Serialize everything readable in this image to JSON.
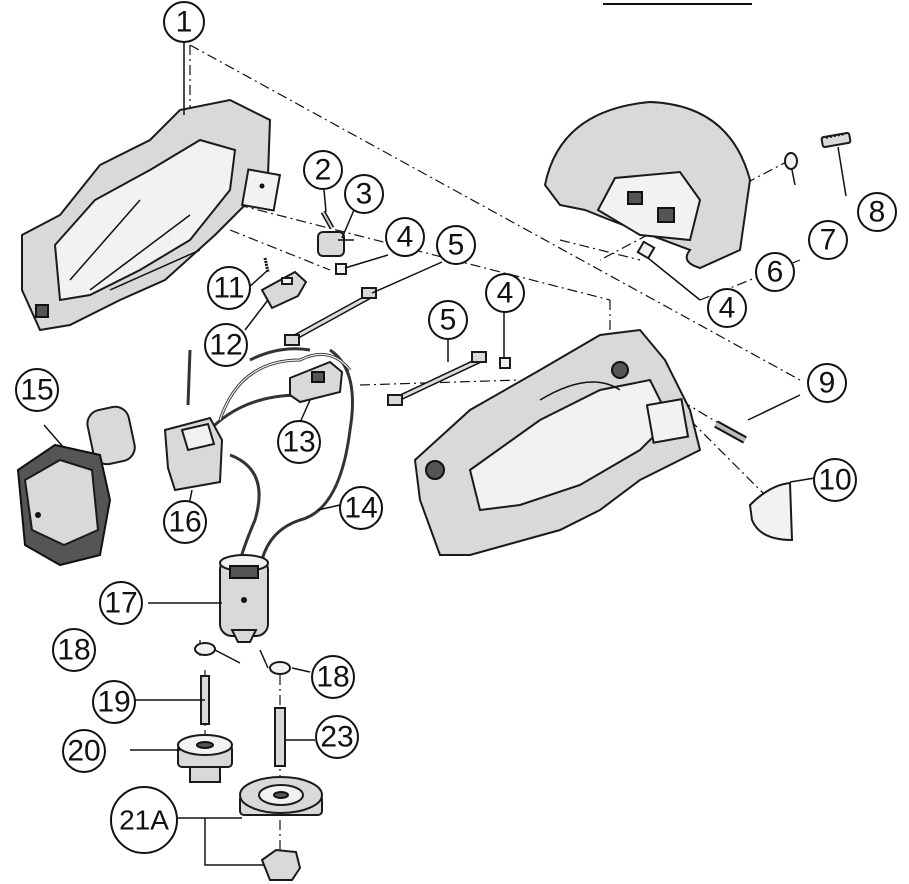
{
  "callouts": {
    "c1": "1",
    "c2": "2",
    "c3": "3",
    "c4a": "4",
    "c5a": "5",
    "c4b": "4",
    "c5b": "5",
    "c6": "6",
    "c7": "7",
    "c8": "8",
    "c4c": "4",
    "c9": "9",
    "c10": "10",
    "c11": "11",
    "c12": "12",
    "c13": "13",
    "c14": "14",
    "c15": "15",
    "c16": "16",
    "c17": "17",
    "c18a": "18",
    "c18b": "18",
    "c19": "19",
    "c20": "20",
    "c23": "23",
    "c21a": "21A"
  }
}
